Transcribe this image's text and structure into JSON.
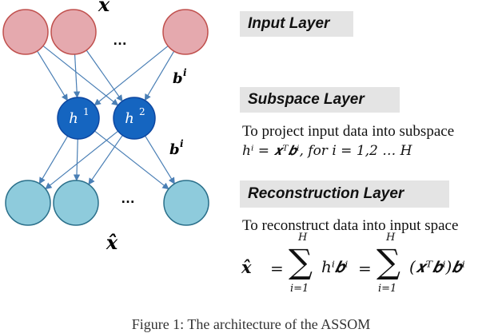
{
  "network": {
    "input_label": "x",
    "output_label": "x̂",
    "hidden_nodes": [
      "h",
      "h"
    ],
    "hidden_superscripts": [
      "1",
      "2"
    ],
    "ellipsis": "…",
    "weight_label": "b",
    "weight_superscript": "i",
    "colors": {
      "input_fill": "#e5a9ae",
      "input_stroke": "#c0504d",
      "hidden_fill": "#1565c0",
      "hidden_stroke": "#0d47a1",
      "output_fill": "#8ecbdc",
      "output_stroke": "#2a6f8a",
      "edge": "#4a7fb5"
    }
  },
  "layers": {
    "input": {
      "title": "Input Layer"
    },
    "subspace": {
      "title": "Subspace Layer",
      "description": "To project input data into subspace",
      "formula": "hⁱ = 𝒙ᵀ𝒃ⁱ, for i = 1,2 … H"
    },
    "reconstruction": {
      "title": "Reconstruction Layer",
      "description": "To reconstruct data into input space",
      "formula_lhs": "x̂",
      "formula_eq1": "=",
      "sum_upper": "H",
      "sum_lower": "i=1",
      "term1": "hⁱ𝒃ⁱ",
      "formula_eq2": "=",
      "term2": "(𝒙ᵀ𝒃ⁱ)𝒃ⁱ"
    }
  },
  "caption": "Figure 1: The architecture of the ASSOM"
}
